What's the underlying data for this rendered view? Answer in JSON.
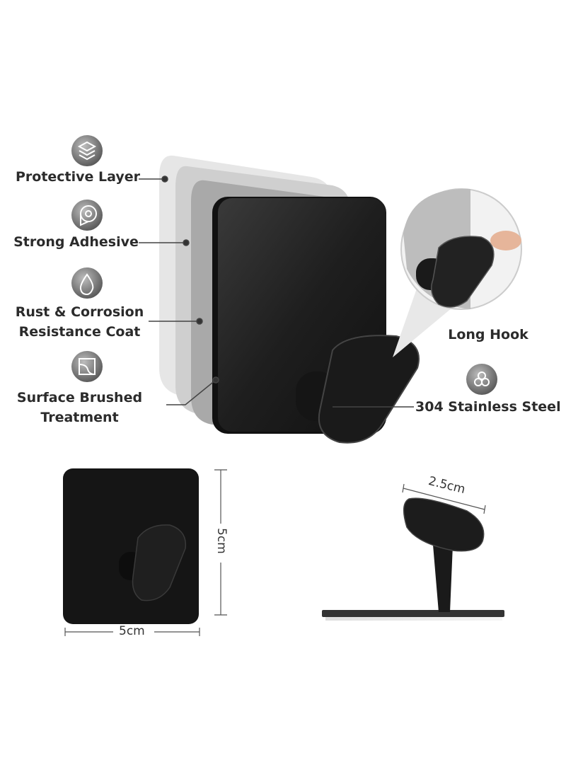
{
  "features": [
    {
      "label_lines": [
        "Protective Layer"
      ],
      "icon": "layers-icon"
    },
    {
      "label_lines": [
        "Strong Adhesive"
      ],
      "icon": "tape-roll-icon"
    },
    {
      "label_lines": [
        "Rust & Corrosion",
        "Resistance Coat"
      ],
      "icon": "water-drop-icon"
    },
    {
      "label_lines": [
        "Surface Brushed",
        "Treatment"
      ],
      "icon": "brushed-surface-icon"
    }
  ],
  "callouts": {
    "long_hook": "Long Hook",
    "material": "304 Stainless Steel",
    "material_icon": "steel-rods-icon"
  },
  "dimensions": {
    "height": "5cm",
    "width": "5cm",
    "hook_length": "2.5cm"
  },
  "colors": {
    "product": "#1c1c1c",
    "text": "#2b2b2b"
  }
}
